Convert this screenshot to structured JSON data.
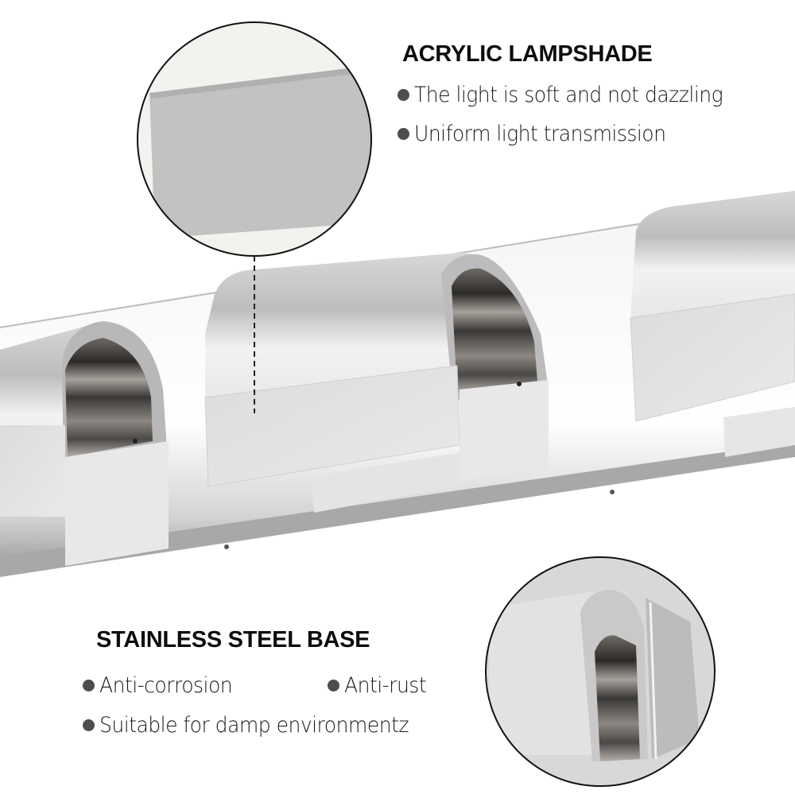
{
  "features": {
    "lampshade": {
      "title": "ACRYLIC LAMPSHADE",
      "bullets": [
        "The light is soft and not dazzling",
        "Uniform light transmission"
      ],
      "callout": "lampshade-closeup"
    },
    "base": {
      "title": "STAINLESS STEEL BASE",
      "bullets": [
        "Anti-corrosion",
        "Anti-rust",
        "Suitable for damp environmentz"
      ],
      "callout": "base-closeup"
    }
  },
  "colors": {
    "background": "#ffffff",
    "heading": "#0d0d0d",
    "body_text": "#1a1a1a",
    "bullet": "#4d4d4d",
    "chrome": "#c8c8c8",
    "acrylic": "#d9d9d9"
  }
}
